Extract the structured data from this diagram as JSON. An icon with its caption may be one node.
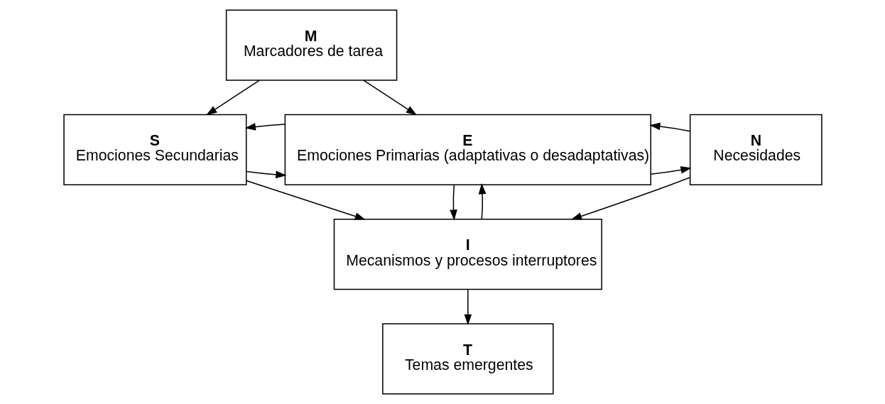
{
  "diagram": {
    "nodes": [
      {
        "text": [
          "M",
          "Marcadores de tarea"
        ]
      },
      {
        "text": [
          "S",
          "Emociones Secundarias"
        ]
      },
      {
        "text": [
          "E",
          "Emociones Primarias (adaptativas o desadaptativas)"
        ]
      },
      {
        "text": [
          "N",
          "Necesidades"
        ]
      },
      {
        "text": [
          "I",
          "Mecanismos y procesos interruptores"
        ]
      },
      {
        "text": [
          "T",
          "Temas emergentes"
        ]
      }
    ],
    "edges": [
      {
        "from": 0,
        "to": 1,
        "arrow": "to"
      },
      {
        "from": 0,
        "to": 2,
        "arrow": "to"
      },
      {
        "from": 1,
        "to": 2,
        "arrow": "to"
      },
      {
        "from": 2,
        "to": 1,
        "arrow": "to"
      },
      {
        "from": 2,
        "to": 3,
        "arrow": "to"
      },
      {
        "from": 3,
        "to": 2,
        "arrow": "to"
      },
      {
        "from": 2,
        "to": 4,
        "arrow": "to"
      },
      {
        "from": 4,
        "to": 2,
        "arrow": "to"
      },
      {
        "from": 1,
        "to": 4,
        "arrow": "to"
      },
      {
        "from": 3,
        "to": 4,
        "arrow": "to"
      },
      {
        "from": 4,
        "to": 5,
        "arrow": "to"
      }
    ]
  }
}
